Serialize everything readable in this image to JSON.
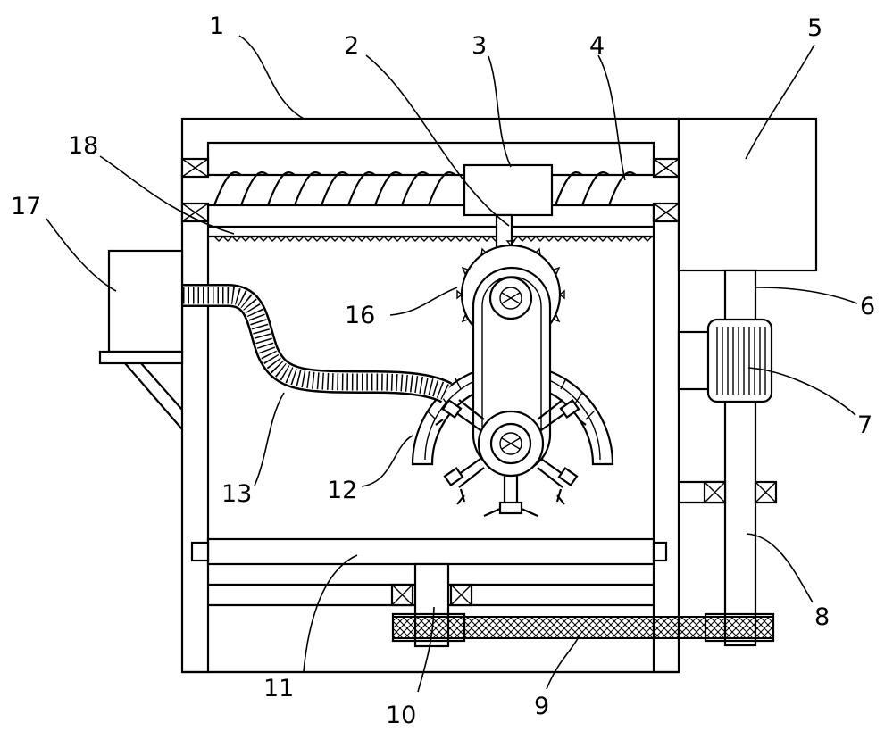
{
  "labels": {
    "l1": "1",
    "l2": "2",
    "l3": "3",
    "l4": "4",
    "l5": "5",
    "l6": "6",
    "l7": "7",
    "l8": "8",
    "l9": "9",
    "l10": "10",
    "l11": "11",
    "l12": "12",
    "l13": "13",
    "l16": "16",
    "l17": "17",
    "l18": "18"
  }
}
